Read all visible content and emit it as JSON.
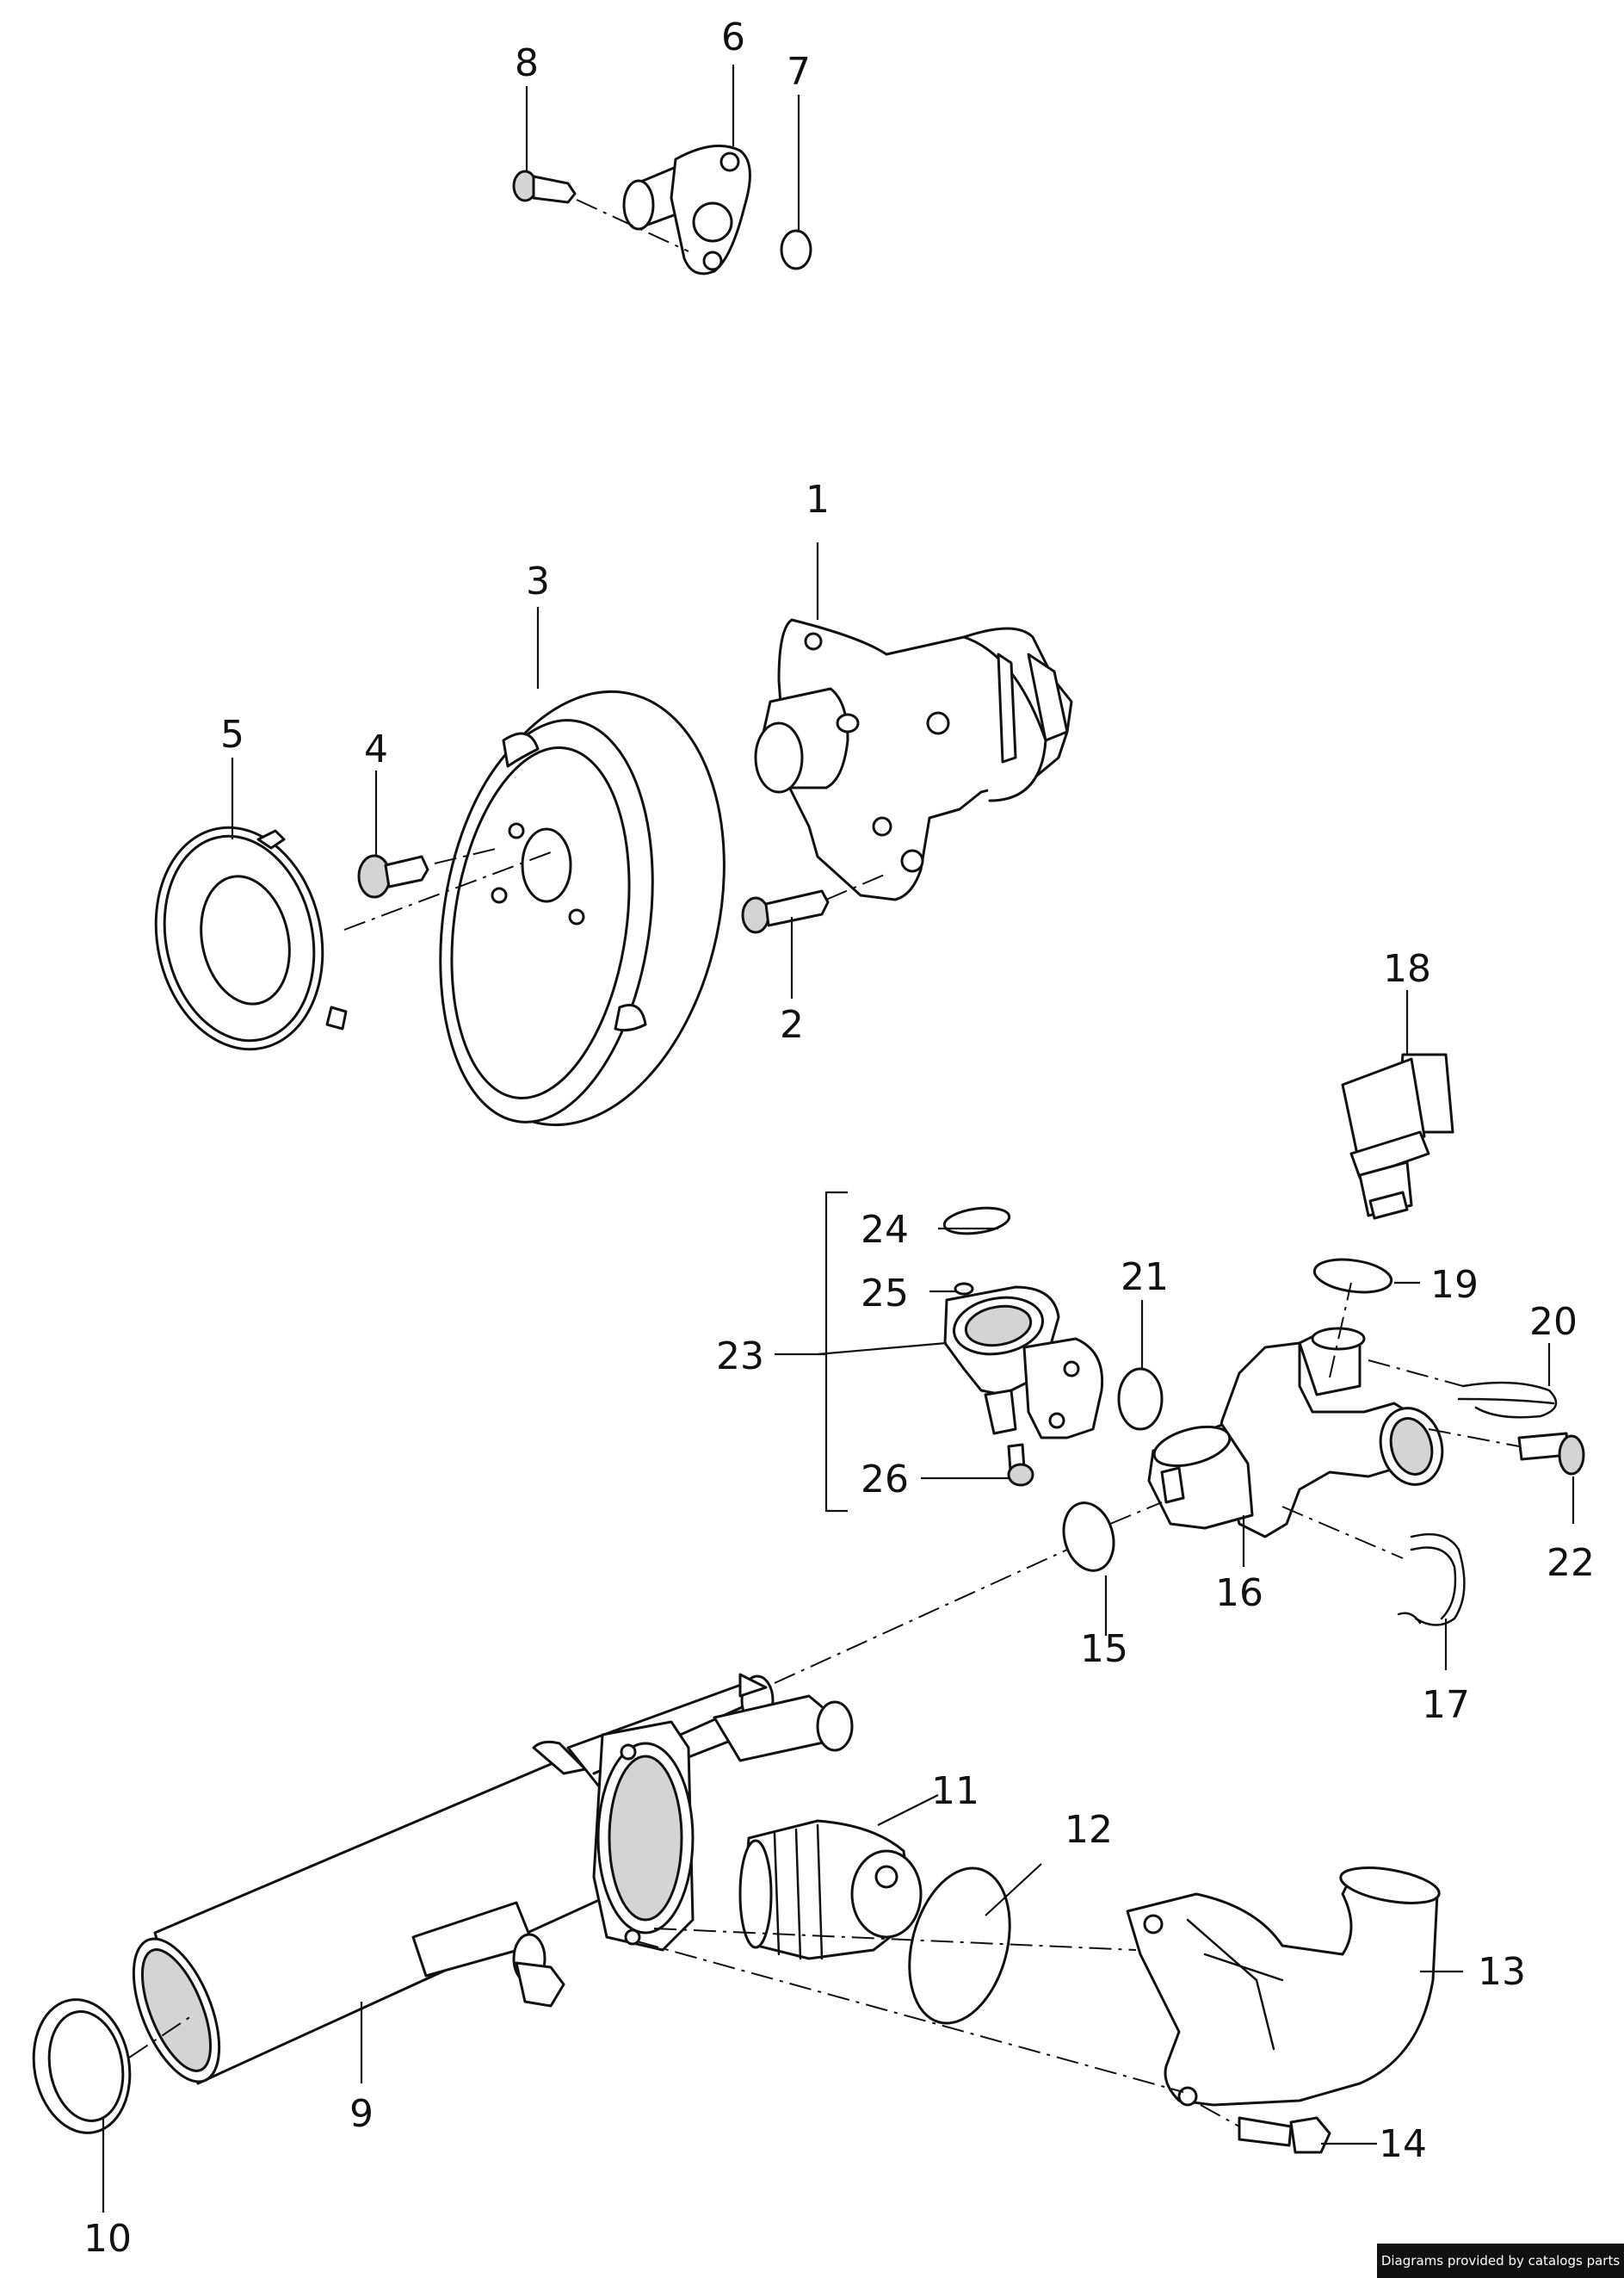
{
  "diagram": {
    "callouts": [
      "1",
      "2",
      "3",
      "4",
      "5",
      "6",
      "7",
      "8",
      "9",
      "10",
      "11",
      "12",
      "13",
      "14",
      "15",
      "16",
      "17",
      "18",
      "19",
      "20",
      "21",
      "22",
      "23",
      "24",
      "25",
      "26"
    ]
  },
  "credit": {
    "text": "Diagrams provided by catalogs parts"
  }
}
